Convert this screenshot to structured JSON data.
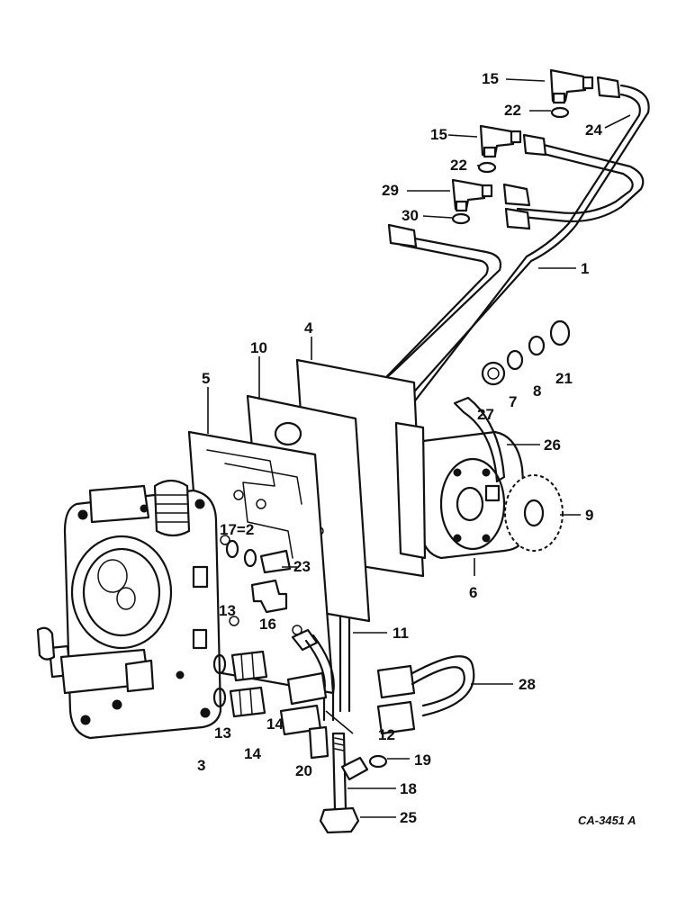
{
  "diagram": {
    "reference_code": "CA-3451 A",
    "callouts": [
      {
        "id": "c15a",
        "label": "15"
      },
      {
        "id": "c22a",
        "label": "22"
      },
      {
        "id": "c24",
        "label": "24"
      },
      {
        "id": "c15b",
        "label": "15"
      },
      {
        "id": "c22b",
        "label": "22"
      },
      {
        "id": "c29",
        "label": "29"
      },
      {
        "id": "c30",
        "label": "30"
      },
      {
        "id": "c1",
        "label": "1"
      },
      {
        "id": "c4",
        "label": "4"
      },
      {
        "id": "c10",
        "label": "10"
      },
      {
        "id": "c5",
        "label": "5"
      },
      {
        "id": "c27",
        "label": "27"
      },
      {
        "id": "c7",
        "label": "7"
      },
      {
        "id": "c8",
        "label": "8"
      },
      {
        "id": "c21",
        "label": "21"
      },
      {
        "id": "c26",
        "label": "26"
      },
      {
        "id": "c9",
        "label": "9"
      },
      {
        "id": "c6",
        "label": "6"
      },
      {
        "id": "c17_2",
        "label": "17=2"
      },
      {
        "id": "c23",
        "label": "23"
      },
      {
        "id": "c16",
        "label": "16"
      },
      {
        "id": "c11",
        "label": "11"
      },
      {
        "id": "c13a",
        "label": "13"
      },
      {
        "id": "c13b",
        "label": "13"
      },
      {
        "id": "c14a",
        "label": "14"
      },
      {
        "id": "c14b",
        "label": "14"
      },
      {
        "id": "c28",
        "label": "28"
      },
      {
        "id": "c12",
        "label": "12"
      },
      {
        "id": "c3",
        "label": "3"
      },
      {
        "id": "c20",
        "label": "20"
      },
      {
        "id": "c19",
        "label": "19"
      },
      {
        "id": "c18",
        "label": "18"
      },
      {
        "id": "c25",
        "label": "25"
      }
    ]
  }
}
